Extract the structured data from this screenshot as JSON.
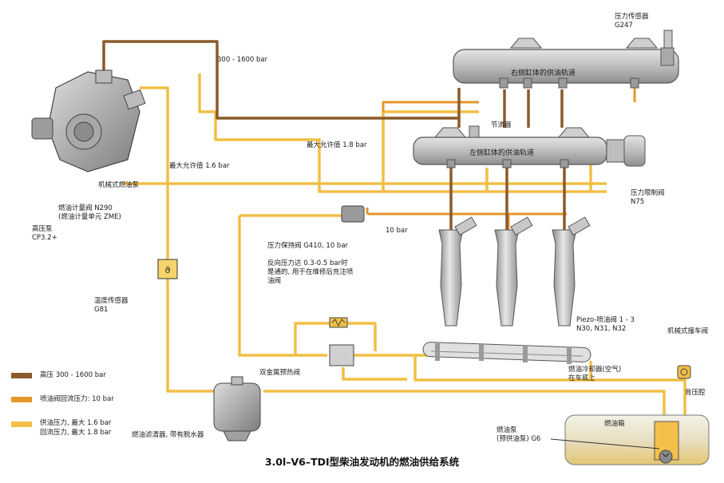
{
  "title": "3.0l–V6–TDI型柴油发动机的燃油供给系统",
  "colors": {
    "high_pressure": "#8a5a2a",
    "return_10bar": "#e6962a",
    "supply_low": "#f5c04a",
    "component_gray": "#b9b9b9"
  },
  "labels": {
    "pressure_300_1600": "300 - 1600 bar",
    "max_return_18": "最大允许值 1.8 bar",
    "max_supply_16": "最大允许值 1.6 bar",
    "return_10bar": "10 bar",
    "pressure_sensor": [
      "压力传感器",
      "G247"
    ],
    "right_rail": "右侧缸体的供油轨道",
    "left_rail": "左侧缸体的供油轨道",
    "throttle": "节流器",
    "pressure_limit_valve": [
      "压力限制阀",
      "N75"
    ],
    "mech_pump": "机械式燃油泵",
    "metering_valve": [
      "燃油计量阀 N290",
      "(燃油计量单元 ZME)"
    ],
    "high_pressure_pump": [
      "高压泵",
      "CP3.2+"
    ],
    "pressure_hold_valve": "压力保持阀 G410, 10 bar",
    "reverse_pressure_note": [
      "反向压力达 0.3-0.5 bar时",
      "是通的, 用于在维修后充注喷",
      "油阀"
    ],
    "temp_sensor": [
      "温度传感器",
      "G81"
    ],
    "piezo_injectors": [
      "Piezo-喷油阀 1 - 3",
      "N30, N31, N32"
    ],
    "bimetal_valve": "双金属预热阀",
    "fuel_cooler": [
      "燃油冷却器(空气)",
      "在车底上"
    ],
    "mech_vent_valve": "机械式撞车阀",
    "back_pressure": "背压腔",
    "fuel_tank": "燃油箱",
    "fuel_filter": "燃油滤清器, 带有脱水器",
    "fuel_pump": [
      "燃油泵",
      "(预供油泵) G6"
    ]
  },
  "legend": [
    {
      "name": "high",
      "text": [
        "高压  300 - 1600 bar"
      ]
    },
    {
      "name": "return",
      "text": [
        "喷油阀回流压力:  10 bar"
      ]
    },
    {
      "name": "supply",
      "text": [
        "供油压力, 最大 1.6 bar",
        "回流压力, 最大 1.8 bar"
      ]
    }
  ]
}
